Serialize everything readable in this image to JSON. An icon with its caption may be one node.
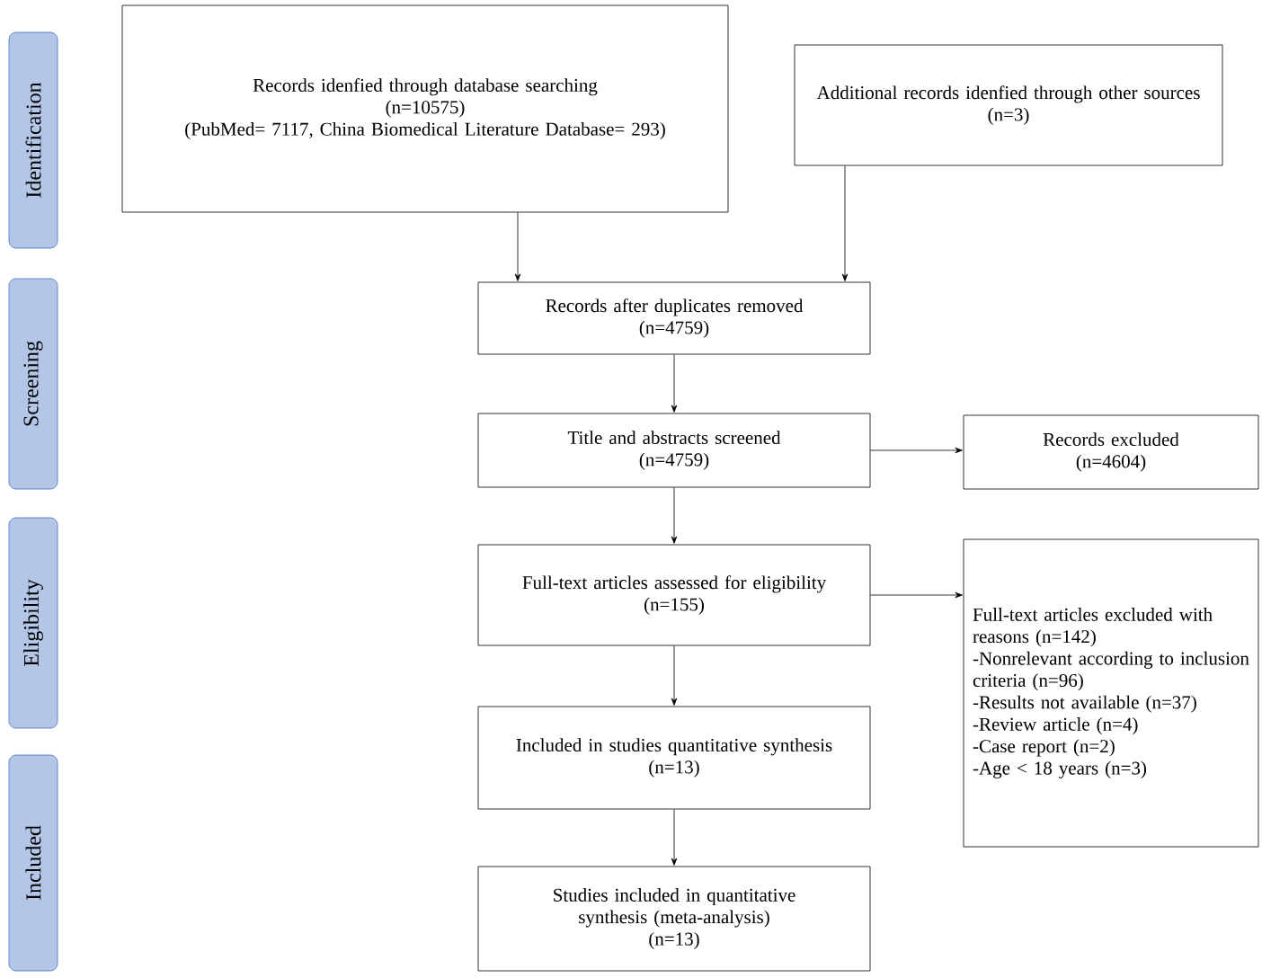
{
  "diagram": {
    "nodes": [
      {
        "text": [
          "Identification"
        ]
      },
      {
        "text": [
          "Screening"
        ]
      },
      {
        "text": [
          "Eligibility"
        ]
      },
      {
        "text": [
          "Included"
        ]
      },
      {
        "text": [
          "Records idenfied through database searching",
          "(n=10575)",
          "(PubMed= 7117, China Biomedical Literature Database= 293)"
        ]
      },
      {
        "text": [
          "Additional records idenfied through other sources",
          "(n=3)"
        ]
      },
      {
        "text": [
          "Records after duplicates removed",
          "(n=4759)"
        ]
      },
      {
        "text": [
          "Title and abstracts screened",
          "(n=4759)"
        ]
      },
      {
        "text": [
          "Records excluded",
          "(n=4604)"
        ]
      },
      {
        "text": [
          "Full-text articles assessed for eligibility",
          "(n=155)"
        ]
      },
      {
        "text": [
          "Full-text articles excluded with reasons (n=142)",
          "-Nonrelevant according to inclusion criteria (n=96)",
          "-Results not available (n=37)",
          "-Review article (n=4)",
          "-Case report (n=2)",
          "-Age < 18 years (n=3)"
        ]
      },
      {
        "text": [
          "Included in studies quantitative synthesis",
          "(n=13)"
        ]
      },
      {
        "text": [
          "Studies included in quantitative synthesis (meta-analysis)",
          "(n=13)"
        ]
      }
    ],
    "edges": [
      {
        "from": 4,
        "to": 6,
        "arrow": "to"
      },
      {
        "from": 5,
        "to": 6,
        "arrow": "to"
      },
      {
        "from": 6,
        "to": 7,
        "arrow": "to"
      },
      {
        "from": 7,
        "to": 8,
        "arrow": "to"
      },
      {
        "from": 7,
        "to": 9,
        "arrow": "to"
      },
      {
        "from": 9,
        "to": 10,
        "arrow": "to"
      },
      {
        "from": 9,
        "to": 11,
        "arrow": "to"
      },
      {
        "from": 11,
        "to": 12,
        "arrow": "to"
      }
    ]
  }
}
